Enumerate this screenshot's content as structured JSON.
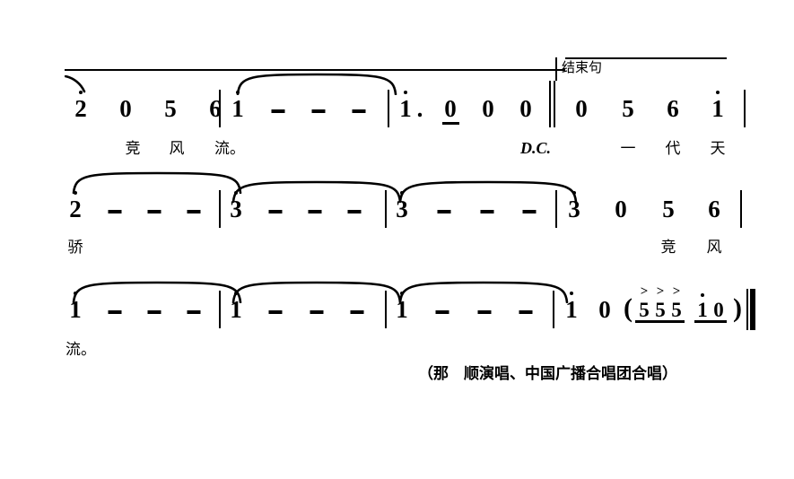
{
  "document": {
    "type": "jianpu-numbered-musical-notation",
    "background_color": "#ffffff",
    "ink_color": "#000000"
  },
  "annotations": {
    "rehearsal_label": "结束句",
    "repeat_marking": "D.C."
  },
  "credits": {
    "text": "（那　顺演唱、中国广播合唱团合唱）"
  },
  "systems": [
    {
      "id": "system-1",
      "measures": [
        {
          "id": "m1",
          "notes": [
            {
              "text": "2",
              "octave_dots_above": 1,
              "beam": false,
              "dot_after": false
            },
            {
              "text": "0",
              "octave_dots_above": 0,
              "beam": false,
              "dot_after": false
            },
            {
              "text": "5",
              "octave_dots_above": 0,
              "beam": false,
              "dot_after": false
            },
            {
              "text": "6",
              "octave_dots_above": 0,
              "beam": false,
              "dot_after": false
            }
          ],
          "lyrics": [
            "",
            "竞",
            "风",
            "流。"
          ]
        },
        {
          "id": "m2",
          "notes": [
            {
              "text": "1",
              "octave_dots_above": 1,
              "beam": false,
              "dot_after": false
            },
            {
              "text": "-",
              "octave_dots_above": 0,
              "beam": false,
              "dot_after": false
            },
            {
              "text": "-",
              "octave_dots_above": 0,
              "beam": false,
              "dot_after": false
            },
            {
              "text": "-",
              "octave_dots_above": 0,
              "beam": false,
              "dot_after": false
            }
          ],
          "lyrics": [
            "",
            "",
            "",
            ""
          ]
        },
        {
          "id": "m3",
          "notes": [
            {
              "text": "1",
              "octave_dots_above": 1,
              "beam": false,
              "dot_after": true
            },
            {
              "text": "0",
              "octave_dots_above": 0,
              "beam": true,
              "dot_after": false
            },
            {
              "text": "0",
              "octave_dots_above": 0,
              "beam": false,
              "dot_after": false
            },
            {
              "text": "0",
              "octave_dots_above": 0,
              "beam": false,
              "dot_after": false
            }
          ],
          "lyrics": [
            "",
            "",
            "",
            ""
          ]
        },
        {
          "id": "m4",
          "notes": [
            {
              "text": "0",
              "octave_dots_above": 0,
              "beam": false,
              "dot_after": false
            },
            {
              "text": "5",
              "octave_dots_above": 0,
              "beam": false,
              "dot_after": false
            },
            {
              "text": "6",
              "octave_dots_above": 0,
              "beam": false,
              "dot_after": false
            },
            {
              "text": "1",
              "octave_dots_above": 1,
              "beam": false,
              "dot_after": false
            }
          ],
          "lyrics": [
            "",
            "一",
            "代",
            "天"
          ]
        }
      ]
    },
    {
      "id": "system-2",
      "measures": [
        {
          "id": "m5",
          "notes": [
            {
              "text": "2",
              "octave_dots_above": 1,
              "beam": false,
              "dot_after": false
            },
            {
              "text": "-",
              "octave_dots_above": 0,
              "beam": false,
              "dot_after": false
            },
            {
              "text": "-",
              "octave_dots_above": 0,
              "beam": false,
              "dot_after": false
            },
            {
              "text": "-",
              "octave_dots_above": 0,
              "beam": false,
              "dot_after": false
            }
          ],
          "lyrics": [
            "骄",
            "",
            "",
            ""
          ]
        },
        {
          "id": "m6",
          "notes": [
            {
              "text": "3",
              "octave_dots_above": 1,
              "beam": false,
              "dot_after": false
            },
            {
              "text": "-",
              "octave_dots_above": 0,
              "beam": false,
              "dot_after": false
            },
            {
              "text": "-",
              "octave_dots_above": 0,
              "beam": false,
              "dot_after": false
            },
            {
              "text": "-",
              "octave_dots_above": 0,
              "beam": false,
              "dot_after": false
            }
          ],
          "lyrics": [
            "",
            "",
            "",
            ""
          ]
        },
        {
          "id": "m7",
          "notes": [
            {
              "text": "3",
              "octave_dots_above": 1,
              "beam": false,
              "dot_after": false
            },
            {
              "text": "-",
              "octave_dots_above": 0,
              "beam": false,
              "dot_after": false
            },
            {
              "text": "-",
              "octave_dots_above": 0,
              "beam": false,
              "dot_after": false
            },
            {
              "text": "-",
              "octave_dots_above": 0,
              "beam": false,
              "dot_after": false
            }
          ],
          "lyrics": [
            "",
            "",
            "",
            ""
          ]
        },
        {
          "id": "m8",
          "notes": [
            {
              "text": "3",
              "octave_dots_above": 1,
              "beam": false,
              "dot_after": false
            },
            {
              "text": "0",
              "octave_dots_above": 0,
              "beam": false,
              "dot_after": false
            },
            {
              "text": "5",
              "octave_dots_above": 0,
              "beam": false,
              "dot_after": false
            },
            {
              "text": "6",
              "octave_dots_above": 0,
              "beam": false,
              "dot_after": false
            }
          ],
          "lyrics": [
            "",
            "",
            "竞",
            "风"
          ]
        }
      ]
    },
    {
      "id": "system-3",
      "measures": [
        {
          "id": "m9",
          "notes": [
            {
              "text": "1",
              "octave_dots_above": 1,
              "beam": false,
              "dot_after": false
            },
            {
              "text": "-",
              "octave_dots_above": 0,
              "beam": false,
              "dot_after": false
            },
            {
              "text": "-",
              "octave_dots_above": 0,
              "beam": false,
              "dot_after": false
            },
            {
              "text": "-",
              "octave_dots_above": 0,
              "beam": false,
              "dot_after": false
            }
          ],
          "lyrics": [
            "流。",
            "",
            "",
            ""
          ]
        },
        {
          "id": "m10",
          "notes": [
            {
              "text": "1",
              "octave_dots_above": 1,
              "beam": false,
              "dot_after": false
            },
            {
              "text": "-",
              "octave_dots_above": 0,
              "beam": false,
              "dot_after": false
            },
            {
              "text": "-",
              "octave_dots_above": 0,
              "beam": false,
              "dot_after": false
            },
            {
              "text": "-",
              "octave_dots_above": 0,
              "beam": false,
              "dot_after": false
            }
          ],
          "lyrics": [
            "",
            "",
            "",
            ""
          ]
        },
        {
          "id": "m11",
          "notes": [
            {
              "text": "1",
              "octave_dots_above": 1,
              "beam": false,
              "dot_after": false
            },
            {
              "text": "-",
              "octave_dots_above": 0,
              "beam": false,
              "dot_after": false
            },
            {
              "text": "-",
              "octave_dots_above": 0,
              "beam": false,
              "dot_after": false
            },
            {
              "text": "-",
              "octave_dots_above": 0,
              "beam": false,
              "dot_after": false
            }
          ],
          "lyrics": [
            "",
            "",
            "",
            ""
          ]
        },
        {
          "id": "m12",
          "notes": [
            {
              "text": "1",
              "octave_dots_above": 1,
              "beam": false,
              "dot_after": false
            },
            {
              "text": "0",
              "octave_dots_above": 0,
              "beam": false,
              "dot_after": false
            },
            {
              "text": "5",
              "octave_dots_above": 0,
              "beam": true,
              "accent": true
            },
            {
              "text": "5",
              "octave_dots_above": 0,
              "beam": true,
              "accent": true
            },
            {
              "text": "5",
              "octave_dots_above": 0,
              "beam": true,
              "accent": true
            },
            {
              "text": "1",
              "octave_dots_above": 1,
              "beam": true,
              "accent": false
            },
            {
              "text": "0",
              "octave_dots_above": 0,
              "beam": true,
              "accent": false
            }
          ],
          "lyrics": [
            "",
            "",
            "",
            ""
          ],
          "parenthesized": true
        }
      ]
    }
  ],
  "glyphs": {
    "open_paren": "(",
    "close_paren": ")",
    "accent": ">",
    "augmentation_dash": "-",
    "duration_dot": "."
  }
}
